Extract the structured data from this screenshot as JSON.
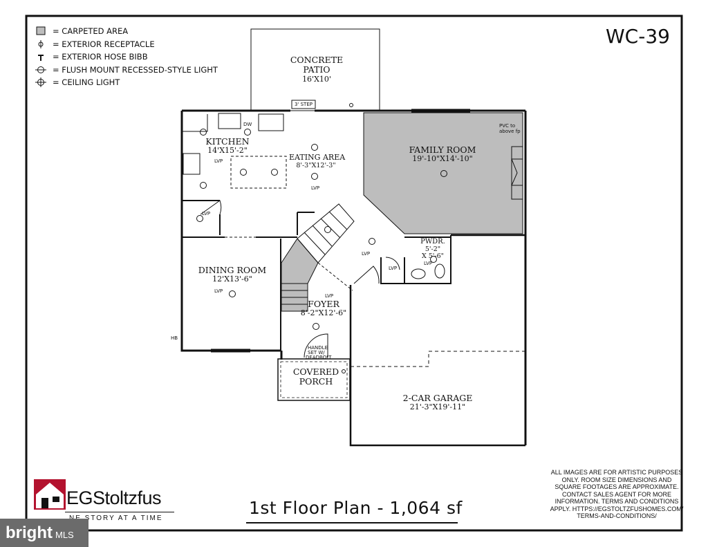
{
  "legend": {
    "items": [
      {
        "symbol": "carpet-swatch-icon",
        "label": "= CARPETED AREA"
      },
      {
        "symbol": "receptacle-icon",
        "label": "= EXTERIOR RECEPTACLE"
      },
      {
        "symbol": "hose-bibb-icon",
        "label": "= EXTERIOR HOSE BIBB"
      },
      {
        "symbol": "recessed-light-icon",
        "label": "= FLUSH MOUNT RECESSED-STYLE LIGHT"
      },
      {
        "symbol": "ceiling-light-icon",
        "label": "= CEILING LIGHT"
      }
    ]
  },
  "plan_code": "WC-39",
  "rooms": {
    "patio": {
      "name": "CONCRETE",
      "name2": "PATIO",
      "dims": "16'X10'"
    },
    "kitchen": {
      "name": "KITCHEN",
      "dims": "14'X15'-2\"",
      "floor": "LVP"
    },
    "eating": {
      "name": "EATING AREA",
      "dims": "8'-3\"X12'-3\"",
      "floor": "LVP"
    },
    "family": {
      "name": "FAMILY ROOM",
      "dims": "19'-10\"X14'-10\""
    },
    "dining": {
      "name": "DINING ROOM",
      "dims": "12'X13'-6\"",
      "floor": "LVP"
    },
    "foyer": {
      "name": "FOYER",
      "dims": "8'-2\"X12'-6\"",
      "floor": "LVP"
    },
    "powder": {
      "name": "PWDR.",
      "dims": "5'-2\"",
      "dims2": "X 5'-6\"",
      "floor": "LVP"
    },
    "porch": {
      "name": "COVERED",
      "name2": "PORCH"
    },
    "garage": {
      "name": "2-CAR GARAGE",
      "dims": "21'-3\"X19'-11\""
    }
  },
  "labels": {
    "step": "3' STEP",
    "dw": "DW",
    "pvc": "PVC to",
    "pvc2": "above fp",
    "hall_lvp": "LVP",
    "pantry_lvp": "LVP",
    "closet_lvp": "LVP",
    "handle1": "HANDLE",
    "handle2": "SET W/",
    "handle3": "DEADBOLT",
    "hb": "HB"
  },
  "disclaimer": "ALL IMAGES ARE FOR ARTISTIC PURPOSES ONLY. ROOM SIZE DIMENSIONS AND SQUARE FOOTAGES ARE APPROXIMATE. CONTACT SALES AGENT FOR MORE INFORMATION. TERMS AND CONDITIONS APPLY. HTTPS://EGSTOLTZFUSHOMES.COM/ TERMS-AND-CONDITIONS/",
  "title": "1st Floor Plan - 1,064 sf",
  "brand": {
    "name": "EGStoltzfus",
    "tagline": "NE STORY AT A TIME",
    "logo": "house-logo-icon"
  },
  "watermark": {
    "text": "bright",
    "suffix": "MLS"
  },
  "colors": {
    "carpet": "#bdbdbd",
    "line": "#111111",
    "logo_red": "#b3122e"
  }
}
